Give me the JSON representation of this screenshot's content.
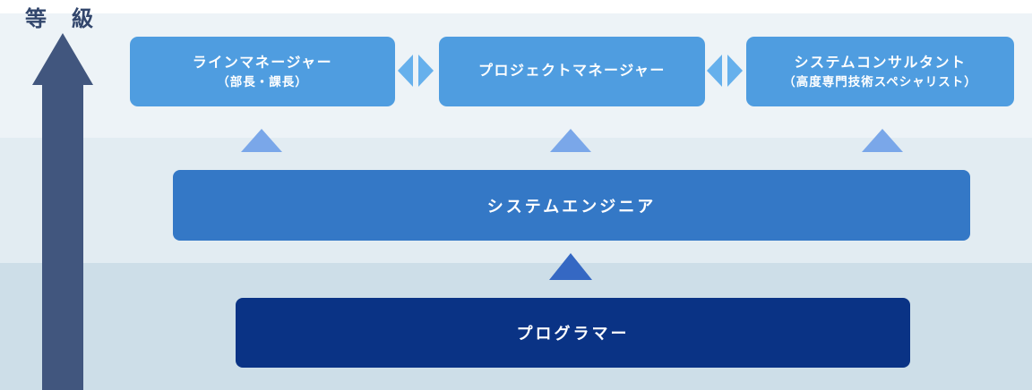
{
  "grade_axis": {
    "label": "等　級"
  },
  "top_roles": [
    {
      "name": "ラインマネージャー",
      "subtitle": "（部長・課長）"
    },
    {
      "name": "プロジェクトマネージャー",
      "subtitle": ""
    },
    {
      "name": "システムコンサルタント",
      "subtitle": "（高度専門技術スペシャリスト）"
    }
  ],
  "middle_role": {
    "name": "システムエンジニア"
  },
  "bottom_role": {
    "name": "プログラマー"
  },
  "colors": {
    "top_box": "#4f9de0",
    "middle_box": "#3478c6",
    "bottom_box": "#0a3385",
    "swap_arrow": "#66b0ec",
    "up_arrow_light": "#7aa7e9",
    "up_arrow_dark": "#3568c3",
    "grade_axis_arrow": "#41567e",
    "grade_axis_text": "#32466c",
    "band_1": "#edf3f7",
    "band_2": "#e2ecf2",
    "band_3": "#cddee8"
  }
}
